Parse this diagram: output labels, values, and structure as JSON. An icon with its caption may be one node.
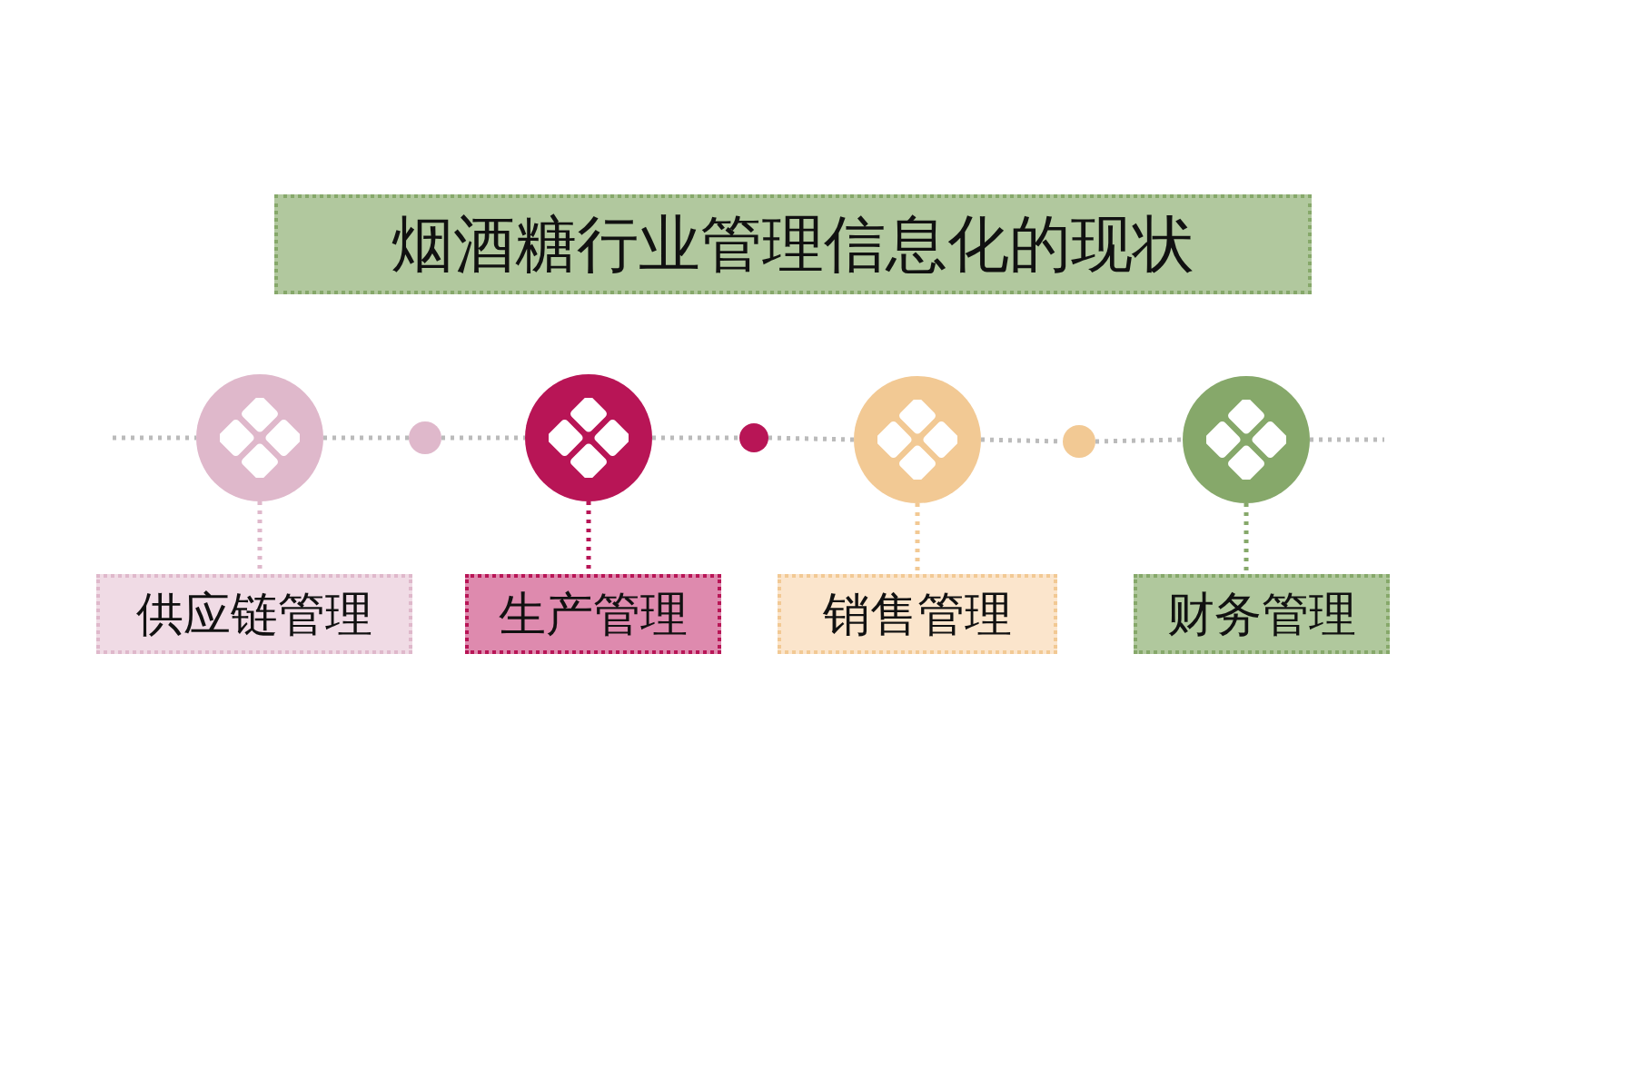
{
  "diagram": {
    "title": "烟酒糖行业管理信息化的现状",
    "nodes": [
      {
        "text": [],
        "shape": "circle"
      },
      {
        "text": [],
        "shape": "circle"
      },
      {
        "text": [],
        "shape": "circle"
      },
      {
        "text": [],
        "shape": "circle"
      },
      {
        "text": [],
        "shape": "circle"
      },
      {
        "text": [],
        "shape": "circle"
      },
      {
        "text": [],
        "shape": "circle"
      },
      {
        "text": [
          "供应链管理"
        ]
      },
      {
        "text": [
          "生产管理"
        ]
      },
      {
        "text": [
          "销售管理"
        ]
      },
      {
        "text": [
          "财务管理"
        ]
      }
    ],
    "edges": [
      {
        "from": null,
        "to": 0,
        "arrow": "none",
        "style": "dashed"
      },
      {
        "from": 0,
        "to": 1,
        "arrow": "none",
        "style": "dashed"
      },
      {
        "from": 1,
        "to": 2,
        "arrow": "none",
        "style": "dashed"
      },
      {
        "from": 2,
        "to": 3,
        "arrow": "none",
        "style": "dashed"
      },
      {
        "from": 3,
        "to": 4,
        "arrow": "none",
        "style": "dashed"
      },
      {
        "from": 4,
        "to": 5,
        "arrow": "none",
        "style": "dashed"
      },
      {
        "from": 5,
        "to": 6,
        "arrow": "none",
        "style": "dashed"
      },
      {
        "from": 6,
        "to": null,
        "arrow": "none",
        "style": "dashed"
      },
      {
        "from": 0,
        "to": 7,
        "arrow": "none",
        "style": "dashed",
        "color": "#dfb8cb"
      },
      {
        "from": 2,
        "to": 8,
        "arrow": "none",
        "style": "dashed",
        "color": "#b81556"
      },
      {
        "from": 4,
        "to": 9,
        "arrow": "none",
        "style": "dashed",
        "color": "#f2c994"
      },
      {
        "from": 6,
        "to": 10,
        "arrow": "none",
        "style": "dashed",
        "color": "#86a86a"
      }
    ]
  }
}
